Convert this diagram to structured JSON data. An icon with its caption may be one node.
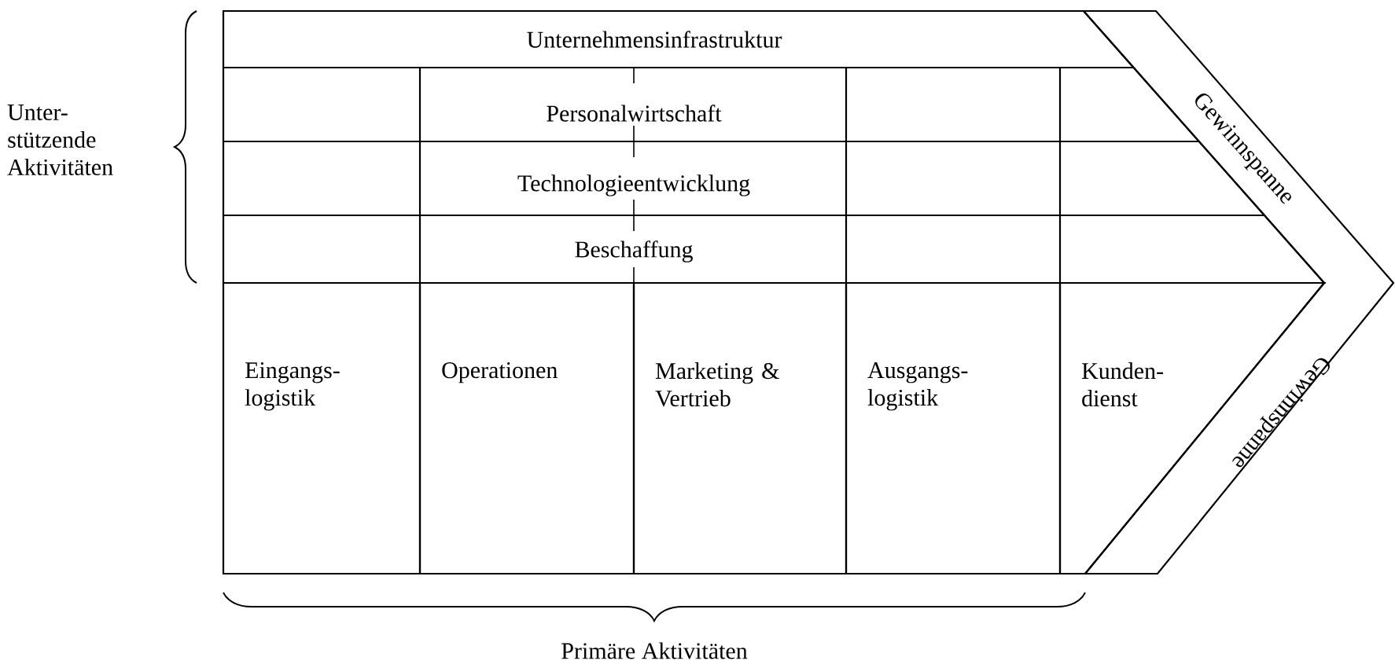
{
  "diagram": {
    "nodes": [
      {
        "text": [
          "Unternehmensinfrastruktur"
        ]
      },
      {
        "text": [
          "Personalwirtschaft"
        ]
      },
      {
        "text": [
          "Technologieentwicklung"
        ]
      },
      {
        "text": [
          "Beschaffung"
        ]
      },
      {
        "text": [
          "Eingangs- logistik"
        ]
      },
      {
        "text": [
          "Operationen"
        ]
      },
      {
        "text": [
          "Marketing & Vertrieb"
        ]
      },
      {
        "text": [
          "Ausgangs- logistik"
        ]
      },
      {
        "text": [
          "Kunden- dienst"
        ]
      },
      {
        "text": [
          "Gewinnspanne",
          "Gewinnspanne"
        ]
      }
    ],
    "labels": [
      "Unter- stützende Aktivitäten",
      "Primäre Aktivitäten"
    ]
  }
}
